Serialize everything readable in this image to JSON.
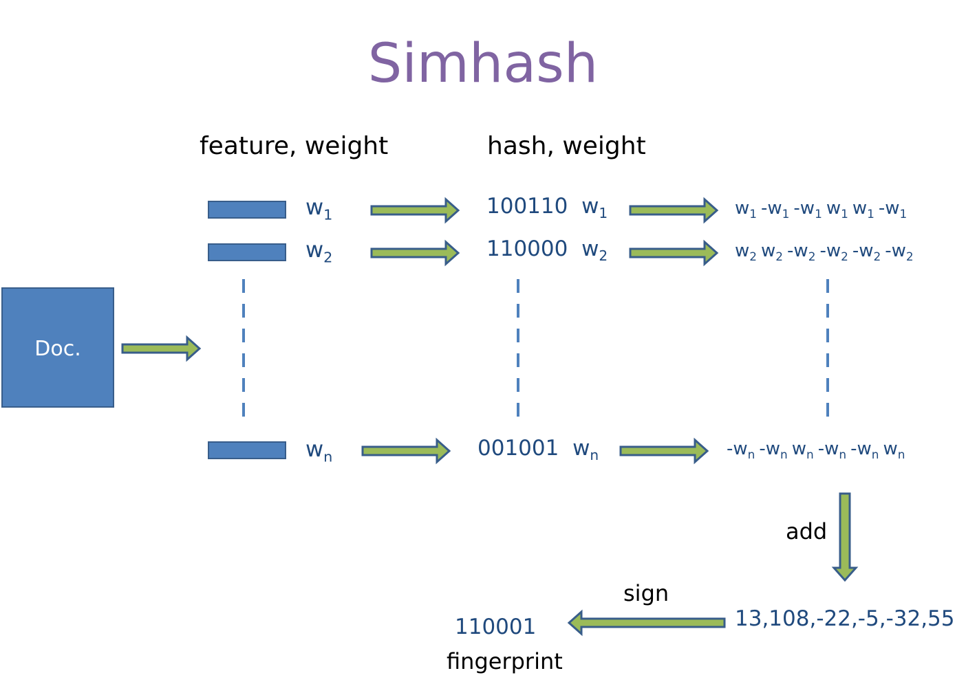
{
  "title": "Simhash",
  "headers": {
    "feature_weight": "feature, weight",
    "hash_weight": "hash, weight"
  },
  "doc_label": "Doc.",
  "rows": [
    {
      "weight": "w",
      "weight_sub": "1",
      "hash": "100110",
      "vector": [
        {
          "sign": "",
          "sub": "1"
        },
        {
          "sign": "-",
          "sub": "1"
        },
        {
          "sign": "-",
          "sub": "1"
        },
        {
          "sign": "",
          "sub": "1"
        },
        {
          "sign": "",
          "sub": "1"
        },
        {
          "sign": "-",
          "sub": "1"
        }
      ]
    },
    {
      "weight": "w",
      "weight_sub": "2",
      "hash": "110000",
      "vector": [
        {
          "sign": "",
          "sub": "2"
        },
        {
          "sign": "",
          "sub": "2"
        },
        {
          "sign": "-",
          "sub": "2"
        },
        {
          "sign": "-",
          "sub": "2"
        },
        {
          "sign": "-",
          "sub": "2"
        },
        {
          "sign": "-",
          "sub": "2"
        }
      ]
    },
    {
      "weight": "w",
      "weight_sub": "n",
      "hash": "001001",
      "vector": [
        {
          "sign": "-",
          "sub": "n"
        },
        {
          "sign": "-",
          "sub": "n"
        },
        {
          "sign": "",
          "sub": "n"
        },
        {
          "sign": "-",
          "sub": "n"
        },
        {
          "sign": "-",
          "sub": "n"
        },
        {
          "sign": "",
          "sub": "n"
        }
      ]
    }
  ],
  "add_label": "add",
  "sum_vector": "13,108,-22,-5,-32,55",
  "sign_label": "sign",
  "fingerprint_value": "110001",
  "fingerprint_label": "fingerprint",
  "colors": {
    "title": "#8064a2",
    "box_fill": "#4f81bd",
    "box_border": "#385d8a",
    "arrow_fill": "#9bbb59",
    "arrow_border": "#385d8a",
    "text_blue": "#1f497d"
  }
}
